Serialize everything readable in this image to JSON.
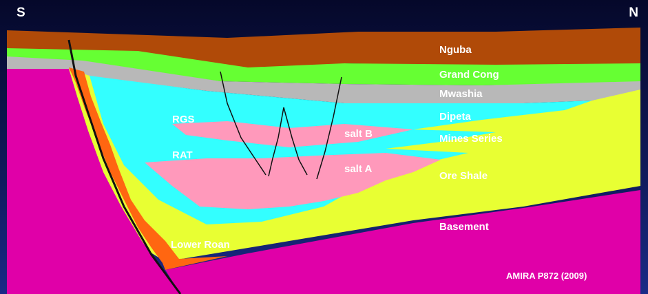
{
  "compass": {
    "left": "S",
    "right": "N"
  },
  "layers": {
    "nguba": "Nguba",
    "grand_cong": "Grand Cong",
    "mwashia": "Mwashia",
    "dipeta": "Dipeta",
    "mines_series": "Mines Series",
    "ore_shale": "Ore Shale",
    "basement": "Basement",
    "rgs": "RGS",
    "rat": "RAT",
    "lower_roan": "Lower Roan",
    "salt_a": "salt A",
    "salt_b": "salt B"
  },
  "credit": "AMIRA P872 (2009)",
  "colors": {
    "background": "#0a0f3c",
    "nguba": "#b04a08",
    "grand_cong": "#66ff33",
    "mwashia": "#b8b8b8",
    "dipeta": "#33ffff",
    "salt": "#ff99bb",
    "ore_shale": "#e8ff33",
    "orange_fringe": "#ff6611",
    "basement": "#e000a8",
    "fault": "#111111"
  }
}
